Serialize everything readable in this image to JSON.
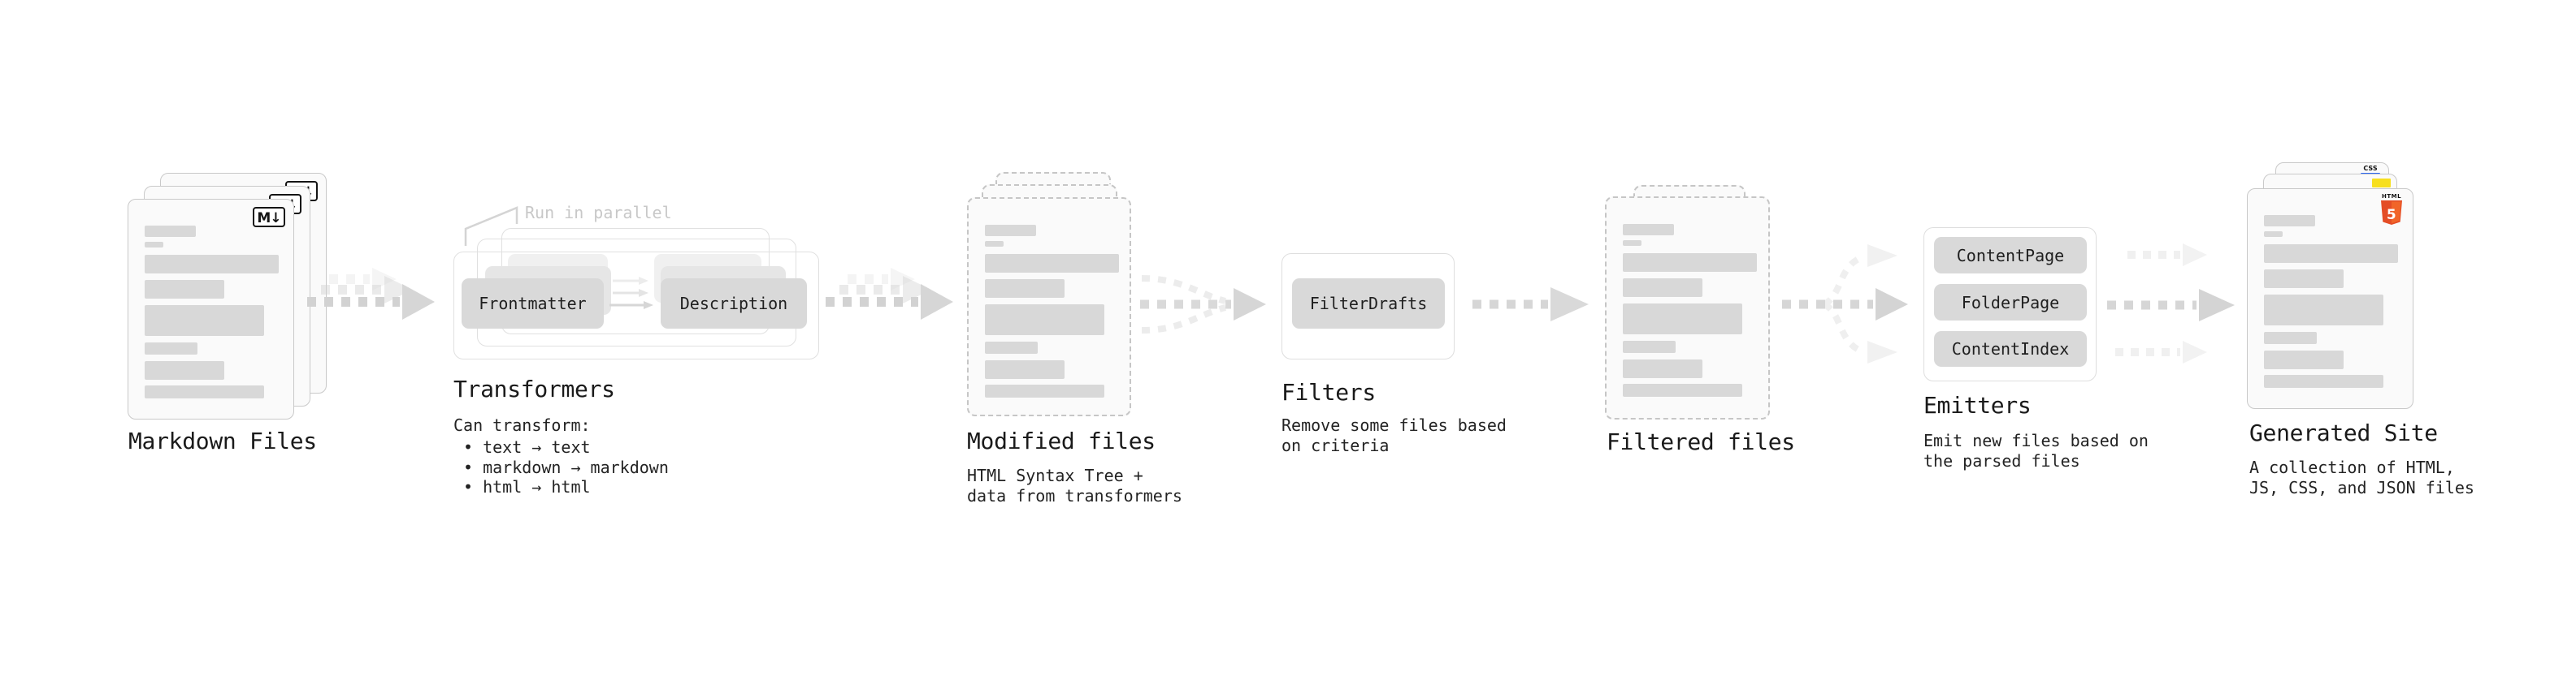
{
  "nodes": {
    "markdown_files": {
      "label": "Markdown Files",
      "badge": "M↓"
    },
    "transformers": {
      "label": "Transformers",
      "annotation": "Run in parallel",
      "boxes": [
        "Frontmatter",
        "Description"
      ],
      "subtitle": "Can transform:",
      "bullets": [
        "• text → text",
        "• markdown → markdown",
        "• html → html"
      ]
    },
    "modified_files": {
      "label": "Modified files",
      "subtitle_lines": [
        "HTML Syntax Tree +",
        "data from transformers"
      ]
    },
    "filters": {
      "label": "Filters",
      "boxes": [
        "FilterDrafts"
      ],
      "subtitle_lines": [
        "Remove some files based",
        "on criteria"
      ]
    },
    "filtered_files": {
      "label": "Filtered files"
    },
    "emitters": {
      "label": "Emitters",
      "boxes": [
        "ContentPage",
        "FolderPage",
        "ContentIndex"
      ],
      "subtitle_lines": [
        "Emit new files based on",
        "the parsed files"
      ]
    },
    "generated_site": {
      "label": "Generated Site",
      "subtitle_lines": [
        "A collection of HTML,",
        "JS, CSS, and JSON files"
      ],
      "badges": {
        "css_label": "CSS",
        "html_label": "HTML",
        "html_number": "5"
      }
    }
  },
  "colors": {
    "css_blue": "#2965f1",
    "js_yellow": "#f7df1e",
    "html5_orange": "#e44d26",
    "html5_orange_light": "#f16529",
    "box_gray": "#d9d9d9",
    "annotation_gray": "#c8c8c8"
  }
}
